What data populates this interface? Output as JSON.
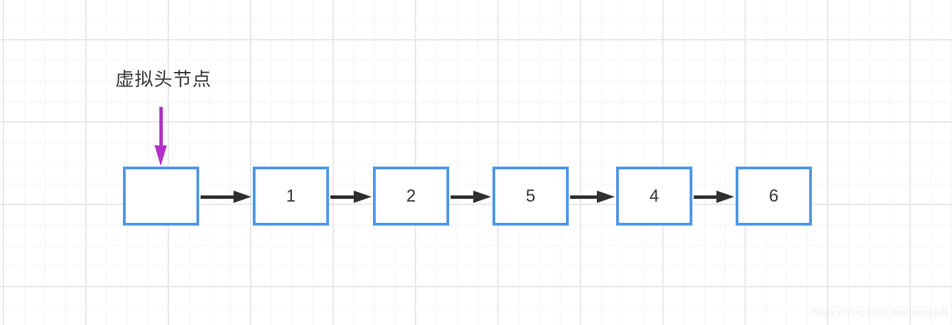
{
  "diagram": {
    "label": "虚拟头节点",
    "nodes": [
      {
        "value": "",
        "role": "dummy-head"
      },
      {
        "value": "1",
        "role": "list-node"
      },
      {
        "value": "2",
        "role": "list-node"
      },
      {
        "value": "5",
        "role": "list-node"
      },
      {
        "value": "4",
        "role": "list-node"
      },
      {
        "value": "6",
        "role": "list-node"
      }
    ],
    "colors": {
      "node_border": "#4c96e8",
      "arrow": "#2f2f2f",
      "pointer_arrow": "#b42fc6",
      "text": "#333333"
    }
  },
  "watermark": "https://blog.csdn.net/amosjob"
}
